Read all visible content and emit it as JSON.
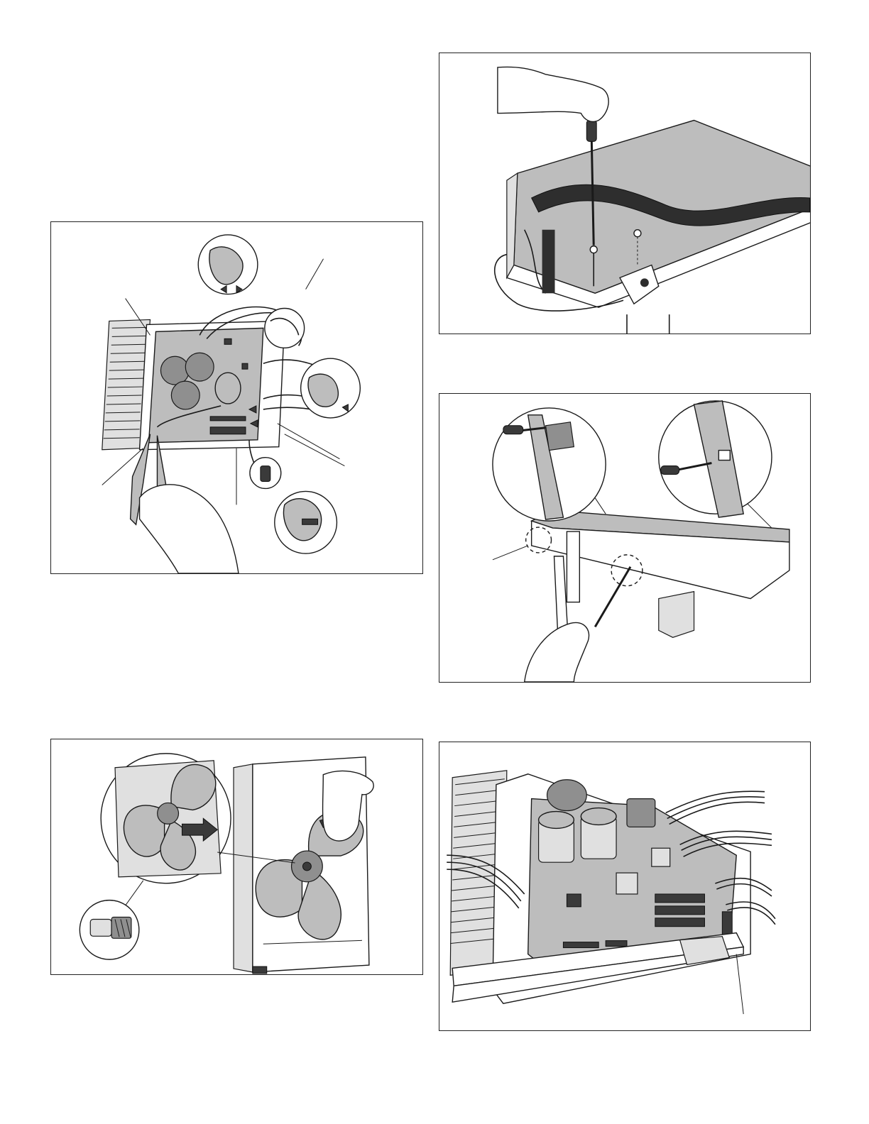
{
  "page": {
    "background": "#ffffff"
  },
  "figures": [
    {
      "id": "pcb-connector-removal",
      "icons": [
        "circuit-board",
        "needle-nose-pliers",
        "hand",
        "connector-release-arrows"
      ]
    },
    {
      "id": "cover-screw-removal",
      "icons": [
        "screwdriver",
        "hand",
        "screw"
      ]
    },
    {
      "id": "panel-clip-release",
      "icons": [
        "screwdriver",
        "hand",
        "detail-magnifier"
      ]
    },
    {
      "id": "fan-blade-removal",
      "icons": [
        "fan-blade",
        "nut",
        "hand",
        "rotation-arrow"
      ]
    },
    {
      "id": "pcb-overview",
      "icons": [
        "circuit-board",
        "heat-sink",
        "capacitor",
        "wire-harness"
      ]
    }
  ],
  "colors": {
    "panel_border": "#222222",
    "illustration_grey": "#bdbdbd",
    "dark_grey": "#8f8f8f"
  }
}
